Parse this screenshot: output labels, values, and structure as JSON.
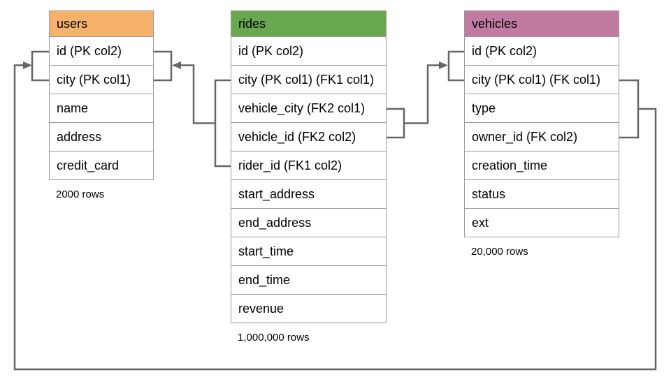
{
  "diagram": {
    "tables": [
      {
        "name": "users",
        "header_color": "#f6b26b",
        "columns": [
          "id (PK col2)",
          "city (PK col1)",
          "name",
          "address",
          "credit_card"
        ],
        "row_count_label": "2000 rows"
      },
      {
        "name": "rides",
        "header_color": "#6aa84f",
        "columns": [
          "id (PK col2)",
          "city (PK col1) (FK1 col1)",
          "vehicle_city (FK2 col1)",
          "vehicle_id (FK2 col2)",
          "rider_id (FK1 col2)",
          "start_address",
          "end_address",
          "start_time",
          "end_time",
          "revenue"
        ],
        "row_count_label": "1,000,000 rows"
      },
      {
        "name": "vehicles",
        "header_color": "#c27ba0",
        "columns": [
          "id (PK col2)",
          "city (PK col1) (FK col1)",
          "type",
          "owner_id (FK col2)",
          "creation_time",
          "status",
          "ext"
        ],
        "row_count_label": "20,000 rows"
      }
    ],
    "relationships": [
      {
        "from_table": "rides",
        "from_columns": [
          "city (FK1 col1)",
          "rider_id (FK1 col2)"
        ],
        "to_table": "users",
        "to_columns": [
          "id (PK col2)",
          "city (PK col1)"
        ]
      },
      {
        "from_table": "rides",
        "from_columns": [
          "vehicle_city (FK2 col1)",
          "vehicle_id (FK2 col2)"
        ],
        "to_table": "vehicles",
        "to_columns": [
          "id (PK col2)",
          "city (PK col1)"
        ]
      },
      {
        "from_table": "vehicles",
        "from_columns": [
          "city (FK col1)",
          "owner_id (FK col2)"
        ],
        "to_table": "users",
        "to_columns": [
          "id (PK col2)",
          "city (PK col1)"
        ]
      }
    ],
    "colors": {
      "users_header": "#f6b26b",
      "rides_header": "#6aa84f",
      "vehicles_header": "#c27ba0",
      "table_border": "#999999",
      "connector_line": "#666666",
      "text": "#000000",
      "background": "#ffffff"
    }
  }
}
